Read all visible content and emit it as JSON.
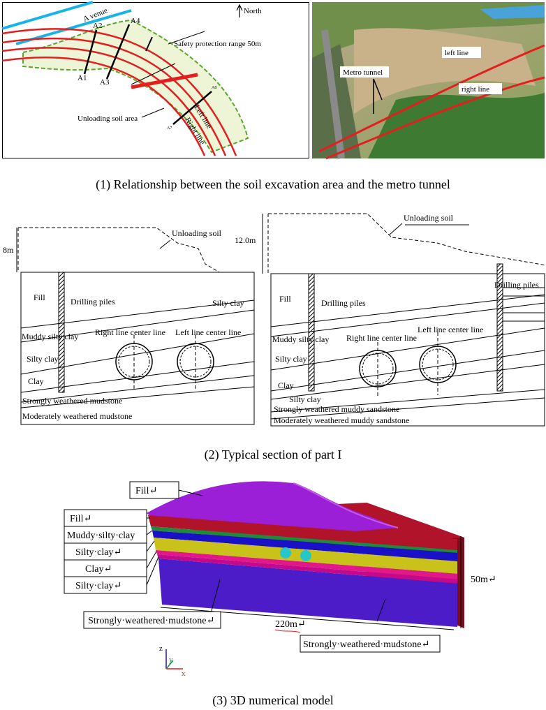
{
  "panel1": {
    "map": {
      "north": "North",
      "avenue": "A venue",
      "points": [
        "A1",
        "A2",
        "A3",
        "A4",
        "A7",
        "A8"
      ],
      "safety": "Safety protection range 50m",
      "unloading_area": "Unloading soil area",
      "left_line": "Left line",
      "right_line": "Right line"
    },
    "photo": {
      "left_line": "left line",
      "right_line": "right line",
      "metro_tunnel": "Metro tunnel"
    },
    "caption": "(1) Relationship between the soil excavation area and the metro tunnel"
  },
  "panel2": {
    "left": {
      "height": "8m",
      "unloading": "Unloading soil",
      "drilling": "Drilling piles",
      "layers": [
        "Fill",
        "Muddy silty clay",
        "Silty clay",
        "Clay",
        "Strongly weathered mudstone",
        "Moderately weathered mudstone"
      ],
      "silty_clay_right": "Silty clay",
      "right_center": "Right line center line",
      "left_center": "Left line center line"
    },
    "right": {
      "height": "12.0m",
      "unloading": "Unloading soil",
      "drilling": "Drilling piles",
      "drilling_right": "Drilling piles",
      "layers": [
        "Fill",
        "Muddy silty clay",
        "Silty clay",
        "Clay",
        "Silty clay",
        "Strongly weathered muddy sandstone",
        "Moderately weathered muddy sandstone"
      ],
      "right_center": "Right line center line",
      "left_center": "Left line center line"
    },
    "caption": "(2) Typical section of part I"
  },
  "panel3": {
    "labels": [
      "Fill↵",
      "Fill↵",
      "Muddy·silty·clay",
      "Silty·clay↵",
      "Clay↵",
      "Silty·clay↵"
    ],
    "strongly_left": "Strongly·weathered·mudstone↵",
    "strongly_right": "Strongly·weathered·mudstone↵",
    "width": "220m↵",
    "depth": "50m↵",
    "axes": {
      "z": "z",
      "y": "y",
      "x": "x"
    },
    "colors": {
      "purple_top": "#9b1fd6",
      "dark_red": "#b0132a",
      "green": "#1f8a3c",
      "blue": "#1a10c8",
      "yellow": "#c9c21a",
      "pink": "#e0188a",
      "indigo": "#4b1cc8",
      "tunnel": "#27c7c7"
    },
    "caption": "(3) 3D numerical model"
  }
}
